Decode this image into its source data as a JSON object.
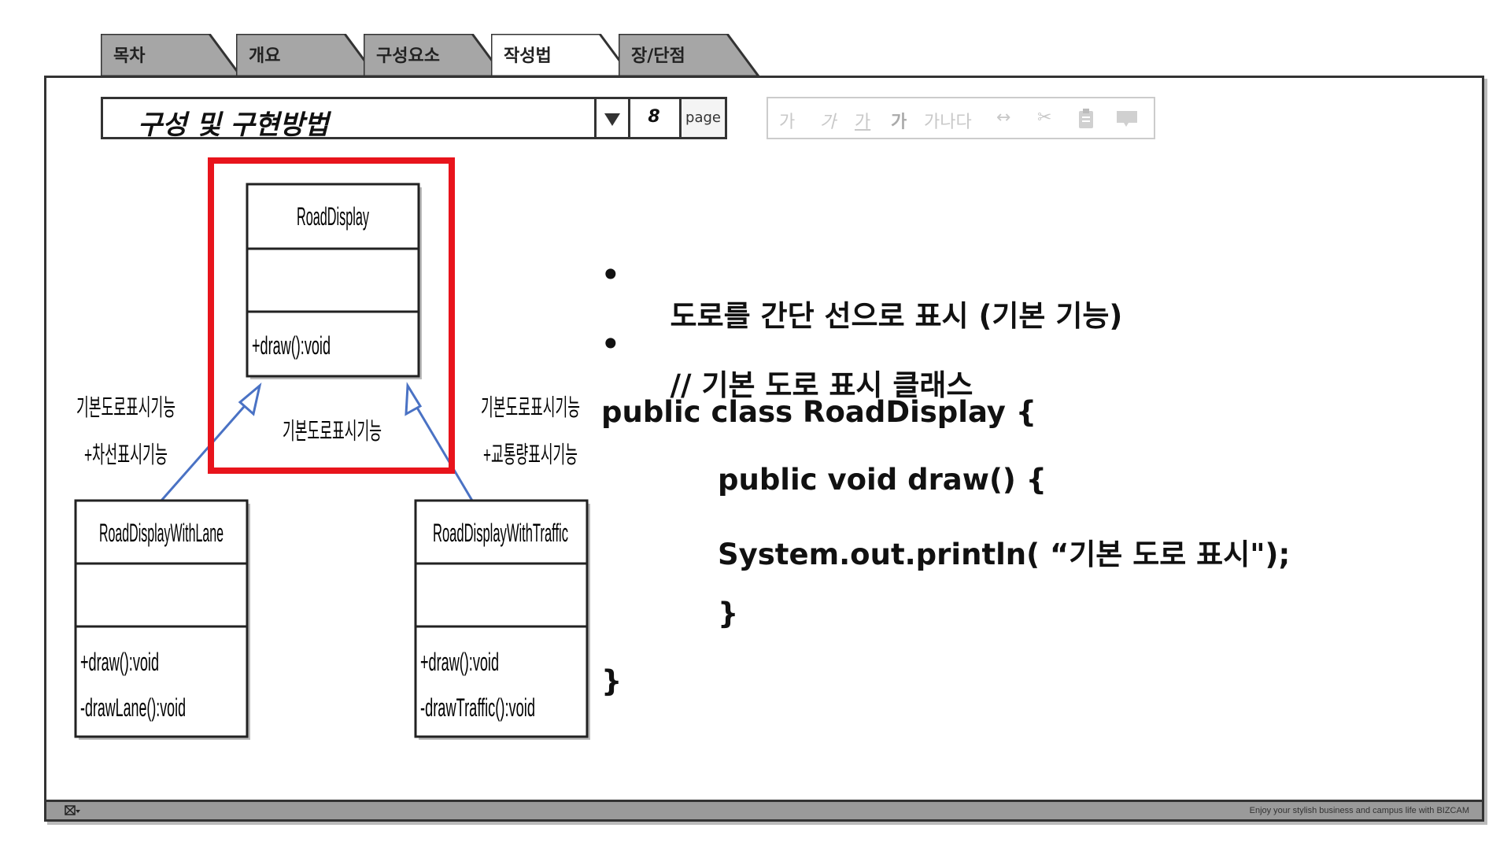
{
  "tabs": [
    {
      "label": "목차",
      "active": false
    },
    {
      "label": "개요",
      "active": false
    },
    {
      "label": "구성요소",
      "active": false
    },
    {
      "label": "작성법",
      "active": true
    },
    {
      "label": "장/단점",
      "active": false
    }
  ],
  "header": {
    "title": "구성 및 구현방법",
    "page_number": "8",
    "page_label": "page"
  },
  "toolbar": {
    "items": [
      {
        "label": "가",
        "icon": "font-normal"
      },
      {
        "label": "가",
        "icon": "font-italic"
      },
      {
        "label": "가",
        "icon": "font-underline"
      },
      {
        "label": "가",
        "icon": "font-bold"
      },
      {
        "label": "가나다",
        "icon": "font-sample"
      },
      {
        "label": "↔",
        "icon": "spacing-icon"
      },
      {
        "label": "✂",
        "icon": "cut-icon"
      },
      {
        "label": "📋",
        "icon": "paste-icon"
      },
      {
        "label": "▬",
        "icon": "comment-icon"
      }
    ]
  },
  "diagram": {
    "classes": {
      "road_display": {
        "name": "RoadDisplay",
        "methods": [
          "+draw():void"
        ]
      },
      "with_lane": {
        "name": "RoadDisplayWithLane",
        "methods": [
          "+draw():void",
          "-drawLane():void"
        ]
      },
      "with_traffic": {
        "name": "RoadDisplayWithTraffic",
        "methods": [
          "+draw():void",
          "-drawTraffic():void"
        ]
      }
    },
    "notes": {
      "base": "기본도로표시기능",
      "lane": [
        "기본도로표시기능",
        "+차선표시기능"
      ],
      "traffic": [
        "기본도로표시기능",
        "+교통량표시기능"
      ]
    },
    "highlight_color": "#e8141c",
    "arrow_color": "#4a72c4"
  },
  "content": {
    "bullets": [
      "도로를 간단 선으로 표시 (기본 기능)",
      "// 기본 도로 표시 클래스"
    ],
    "code": [
      "public class RoadDisplay {",
      "public void draw() {",
      "System.out.println( “기본 도로 표시\");",
      "}",
      "}"
    ]
  },
  "footer": {
    "text": "Enjoy your stylish business and campus life with BIZCAM",
    "icon": "settings-icon"
  }
}
